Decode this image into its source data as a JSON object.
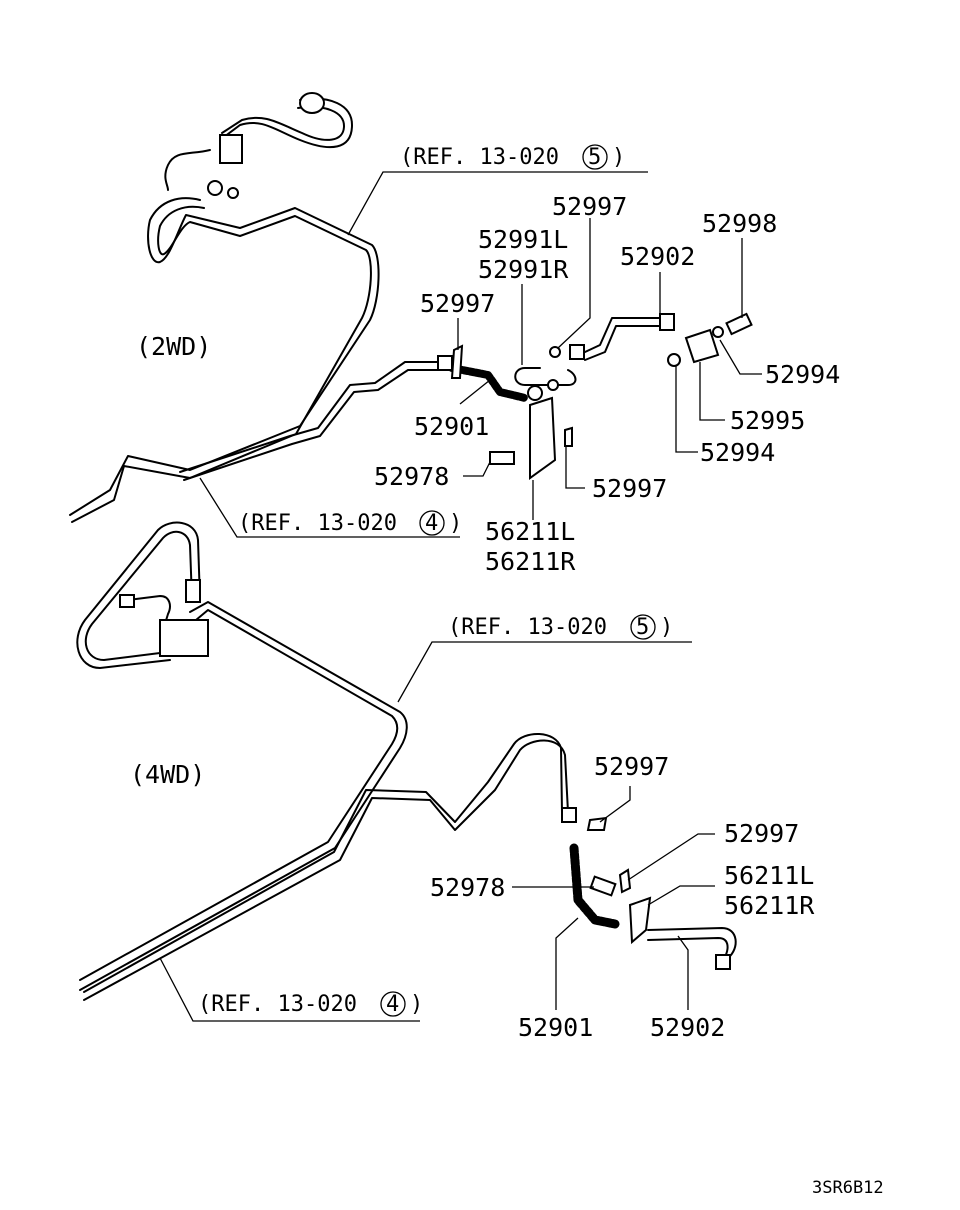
{
  "sections": {
    "top": "(2WD)",
    "bottom": "(4WD)"
  },
  "refs": {
    "top_upper": {
      "prefix": "(REF. 13-020",
      "num": "5",
      "suffix": ")"
    },
    "top_lower": {
      "prefix": "(REF. 13-020",
      "num": "4",
      "suffix": ")"
    },
    "bottom_upper": {
      "prefix": "(REF. 13-020",
      "num": "5",
      "suffix": ")"
    },
    "bottom_lower": {
      "prefix": "(REF. 13-020",
      "num": "4",
      "suffix": ")"
    }
  },
  "labels_2wd": {
    "p52997_top": "52997",
    "p52998": "52998",
    "p52991L": "52991L",
    "p52991R": "52991R",
    "p52902": "52902",
    "p52997_left": "52997",
    "p52994_right": "52994",
    "p52901": "52901",
    "p52995": "52995",
    "p52994_low": "52994",
    "p52978": "52978",
    "p52997_low": "52997",
    "p56211L": "56211L",
    "p56211R": "56211R"
  },
  "labels_4wd": {
    "p52997_a": "52997",
    "p52997_b": "52997",
    "p56211L": "56211L",
    "p56211R": "56211R",
    "p52978": "52978",
    "p52901": "52901",
    "p52902": "52902"
  },
  "diagram_code": "3SR6B12"
}
